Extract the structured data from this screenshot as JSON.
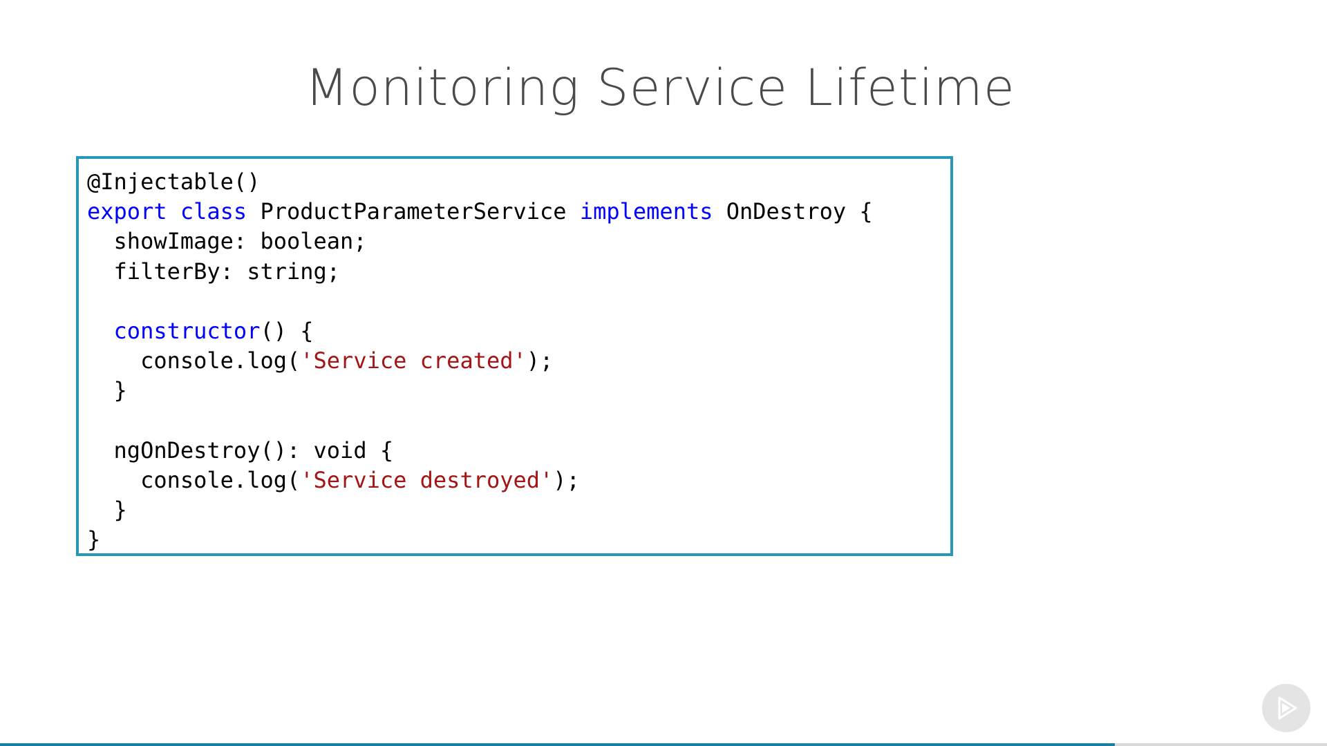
{
  "slide": {
    "title": "Monitoring Service Lifetime"
  },
  "code": {
    "lines": [
      [
        {
          "t": "@Injectable()",
          "c": "plain"
        }
      ],
      [
        {
          "t": "export",
          "c": "kw"
        },
        {
          "t": " ",
          "c": "plain"
        },
        {
          "t": "class",
          "c": "kw"
        },
        {
          "t": " ProductParameterService ",
          "c": "plain"
        },
        {
          "t": "implements",
          "c": "kw"
        },
        {
          "t": " OnDestroy {",
          "c": "plain"
        }
      ],
      [
        {
          "t": "  showImage: boolean;",
          "c": "plain"
        }
      ],
      [
        {
          "t": "  filterBy: string;",
          "c": "plain"
        }
      ],
      [
        {
          "t": "",
          "c": "plain"
        }
      ],
      [
        {
          "t": "  ",
          "c": "plain"
        },
        {
          "t": "constructor",
          "c": "kw"
        },
        {
          "t": "() {",
          "c": "plain"
        }
      ],
      [
        {
          "t": "    console.log(",
          "c": "plain"
        },
        {
          "t": "'Service created'",
          "c": "str"
        },
        {
          "t": ");",
          "c": "plain"
        }
      ],
      [
        {
          "t": "  }",
          "c": "plain"
        }
      ],
      [
        {
          "t": "",
          "c": "plain"
        }
      ],
      [
        {
          "t": "  ngOnDestroy(): void {",
          "c": "plain"
        }
      ],
      [
        {
          "t": "    console.log(",
          "c": "plain"
        },
        {
          "t": "'Service destroyed'",
          "c": "str"
        },
        {
          "t": ");",
          "c": "plain"
        }
      ],
      [
        {
          "t": "  }",
          "c": "plain"
        }
      ],
      [
        {
          "t": "}",
          "c": "plain"
        }
      ]
    ]
  },
  "player": {
    "progress": 0.84,
    "play_icon": "play-icon"
  },
  "colors": {
    "keyword": "#0000ff",
    "string": "#a31515",
    "code_border": "#2797b8",
    "progress_fill": "#1a7fa0",
    "title_text": "#4a4a4a"
  }
}
